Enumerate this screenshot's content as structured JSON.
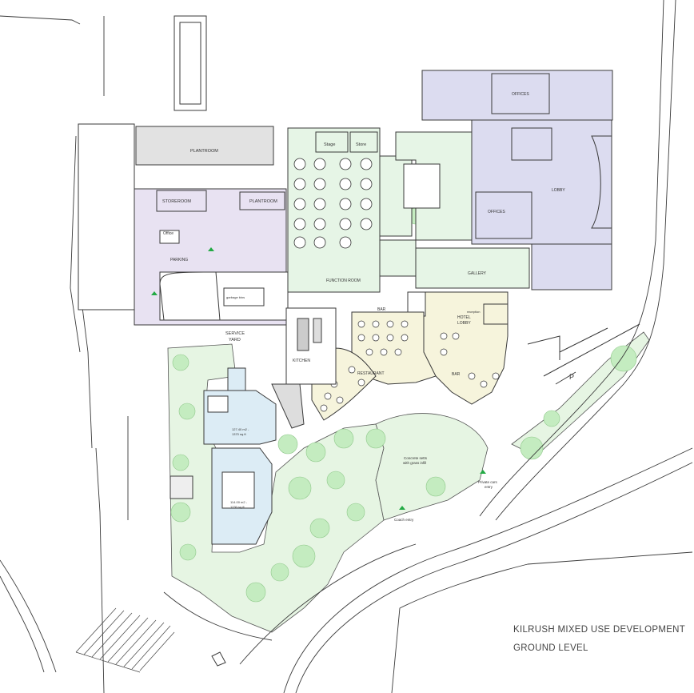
{
  "title": {
    "line1": "KILRUSH MIXED USE DEVELOPMENT",
    "line2": "GROUND LEVEL"
  },
  "rooms": {
    "plantroom_1": "PLANTROOM",
    "plantroom_2": "PLANTROOM",
    "storeroom": "STOREROOM",
    "office": "Office",
    "parking": "PARKING",
    "garbage_bins": "garbage bins",
    "service_yard_1": "SERVICE",
    "service_yard_2": "YARD",
    "stage": "Stage",
    "store": "Store",
    "function_room": "FUNCTION ROOM",
    "bar_top": "BAR",
    "gallery": "GALLERY",
    "offices_top": "OFFICES",
    "offices_mid": "OFFICES",
    "lobby": "LOBBY",
    "hotel_lobby_1": "HOTEL",
    "hotel_lobby_2": "LOBBY",
    "reception": "reception",
    "kitchen": "KITCHEN",
    "restaurant": "RESTAURANT",
    "bar_lower": "BAR",
    "unit1_area": "127.40 m2 -",
    "unit1_area2": "1370 sq.ft",
    "unit2_area": "114.00 m2 -",
    "unit2_area2": "1230 sq.ft"
  },
  "site_labels": {
    "concrete_1": "Concrete setts",
    "concrete_2": "with grass infill",
    "private_entry_1": "Private cars",
    "private_entry_2": "entry",
    "coach_entry": "Coach entry",
    "parking_sign": "P"
  },
  "colors": {
    "conference": "#e6f5e6",
    "offices": "#dcdcf0",
    "parking": "#e8e2f2",
    "retail": "#dcecf5",
    "hotel": "#f6f4dc",
    "landscape": "#e6f5e3",
    "trees": "#c4ecc0",
    "line": "#3a3a3a"
  }
}
